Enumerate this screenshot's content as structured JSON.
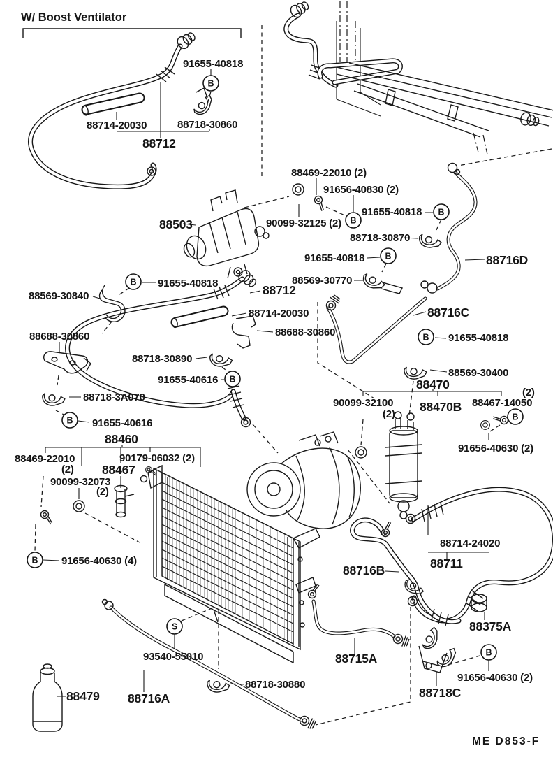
{
  "diagram": {
    "section_title": "W/ Boost Ventilator",
    "drawing_code": "ME  D853-F",
    "marker_letters": {
      "bolt": "B",
      "screw": "S"
    },
    "part_labels": [
      {
        "part": "91655-40818"
      },
      {
        "part": "88714-20030"
      },
      {
        "part": "88718-30860"
      },
      {
        "part": "88712"
      },
      {
        "part": "88469-22010 (2)"
      },
      {
        "part": "91656-40830 (2)"
      },
      {
        "part": "88503"
      },
      {
        "part": "90099-32125 (2)"
      },
      {
        "part": "91655-40818"
      },
      {
        "part": "88718-30870"
      },
      {
        "part": "91655-40818"
      },
      {
        "part": "88569-30770"
      },
      {
        "part": "88716D"
      },
      {
        "part": "88716C"
      },
      {
        "part": "91655-40818"
      },
      {
        "part": "88569-30840"
      },
      {
        "part": "88712"
      },
      {
        "part": "88714-20030"
      },
      {
        "part": "88688-30860"
      },
      {
        "part": "88688-30860"
      },
      {
        "part": "88718-30890"
      },
      {
        "part": "91655-40616"
      },
      {
        "part": "88718-3A070"
      },
      {
        "part": "91655-40616"
      },
      {
        "part": "88460"
      },
      {
        "part": "88469-22010"
      },
      {
        "part": "(2)"
      },
      {
        "part": "90179-06032 (2)"
      },
      {
        "part": "88467"
      },
      {
        "part": "90099-32073"
      },
      {
        "part": "(2)"
      },
      {
        "part": "91656-40630 (4)"
      },
      {
        "part": "91655-40818"
      },
      {
        "part": "88569-30400"
      },
      {
        "part": "88470"
      },
      {
        "part": "90099-32100"
      },
      {
        "part": "(2)"
      },
      {
        "part": "88470B"
      },
      {
        "part": "88467-14050"
      },
      {
        "part": "(2)"
      },
      {
        "part": "91656-40630 (2)"
      },
      {
        "part": "88714-24020"
      },
      {
        "part": "88711"
      },
      {
        "part": "88716B"
      },
      {
        "part": "88375A"
      },
      {
        "part": "91656-40630 (2)"
      },
      {
        "part": "88718C"
      },
      {
        "part": "93540-55010"
      },
      {
        "part": "88716A"
      },
      {
        "part": "88718-30880"
      },
      {
        "part": "88715A"
      },
      {
        "part": "88479"
      }
    ]
  }
}
